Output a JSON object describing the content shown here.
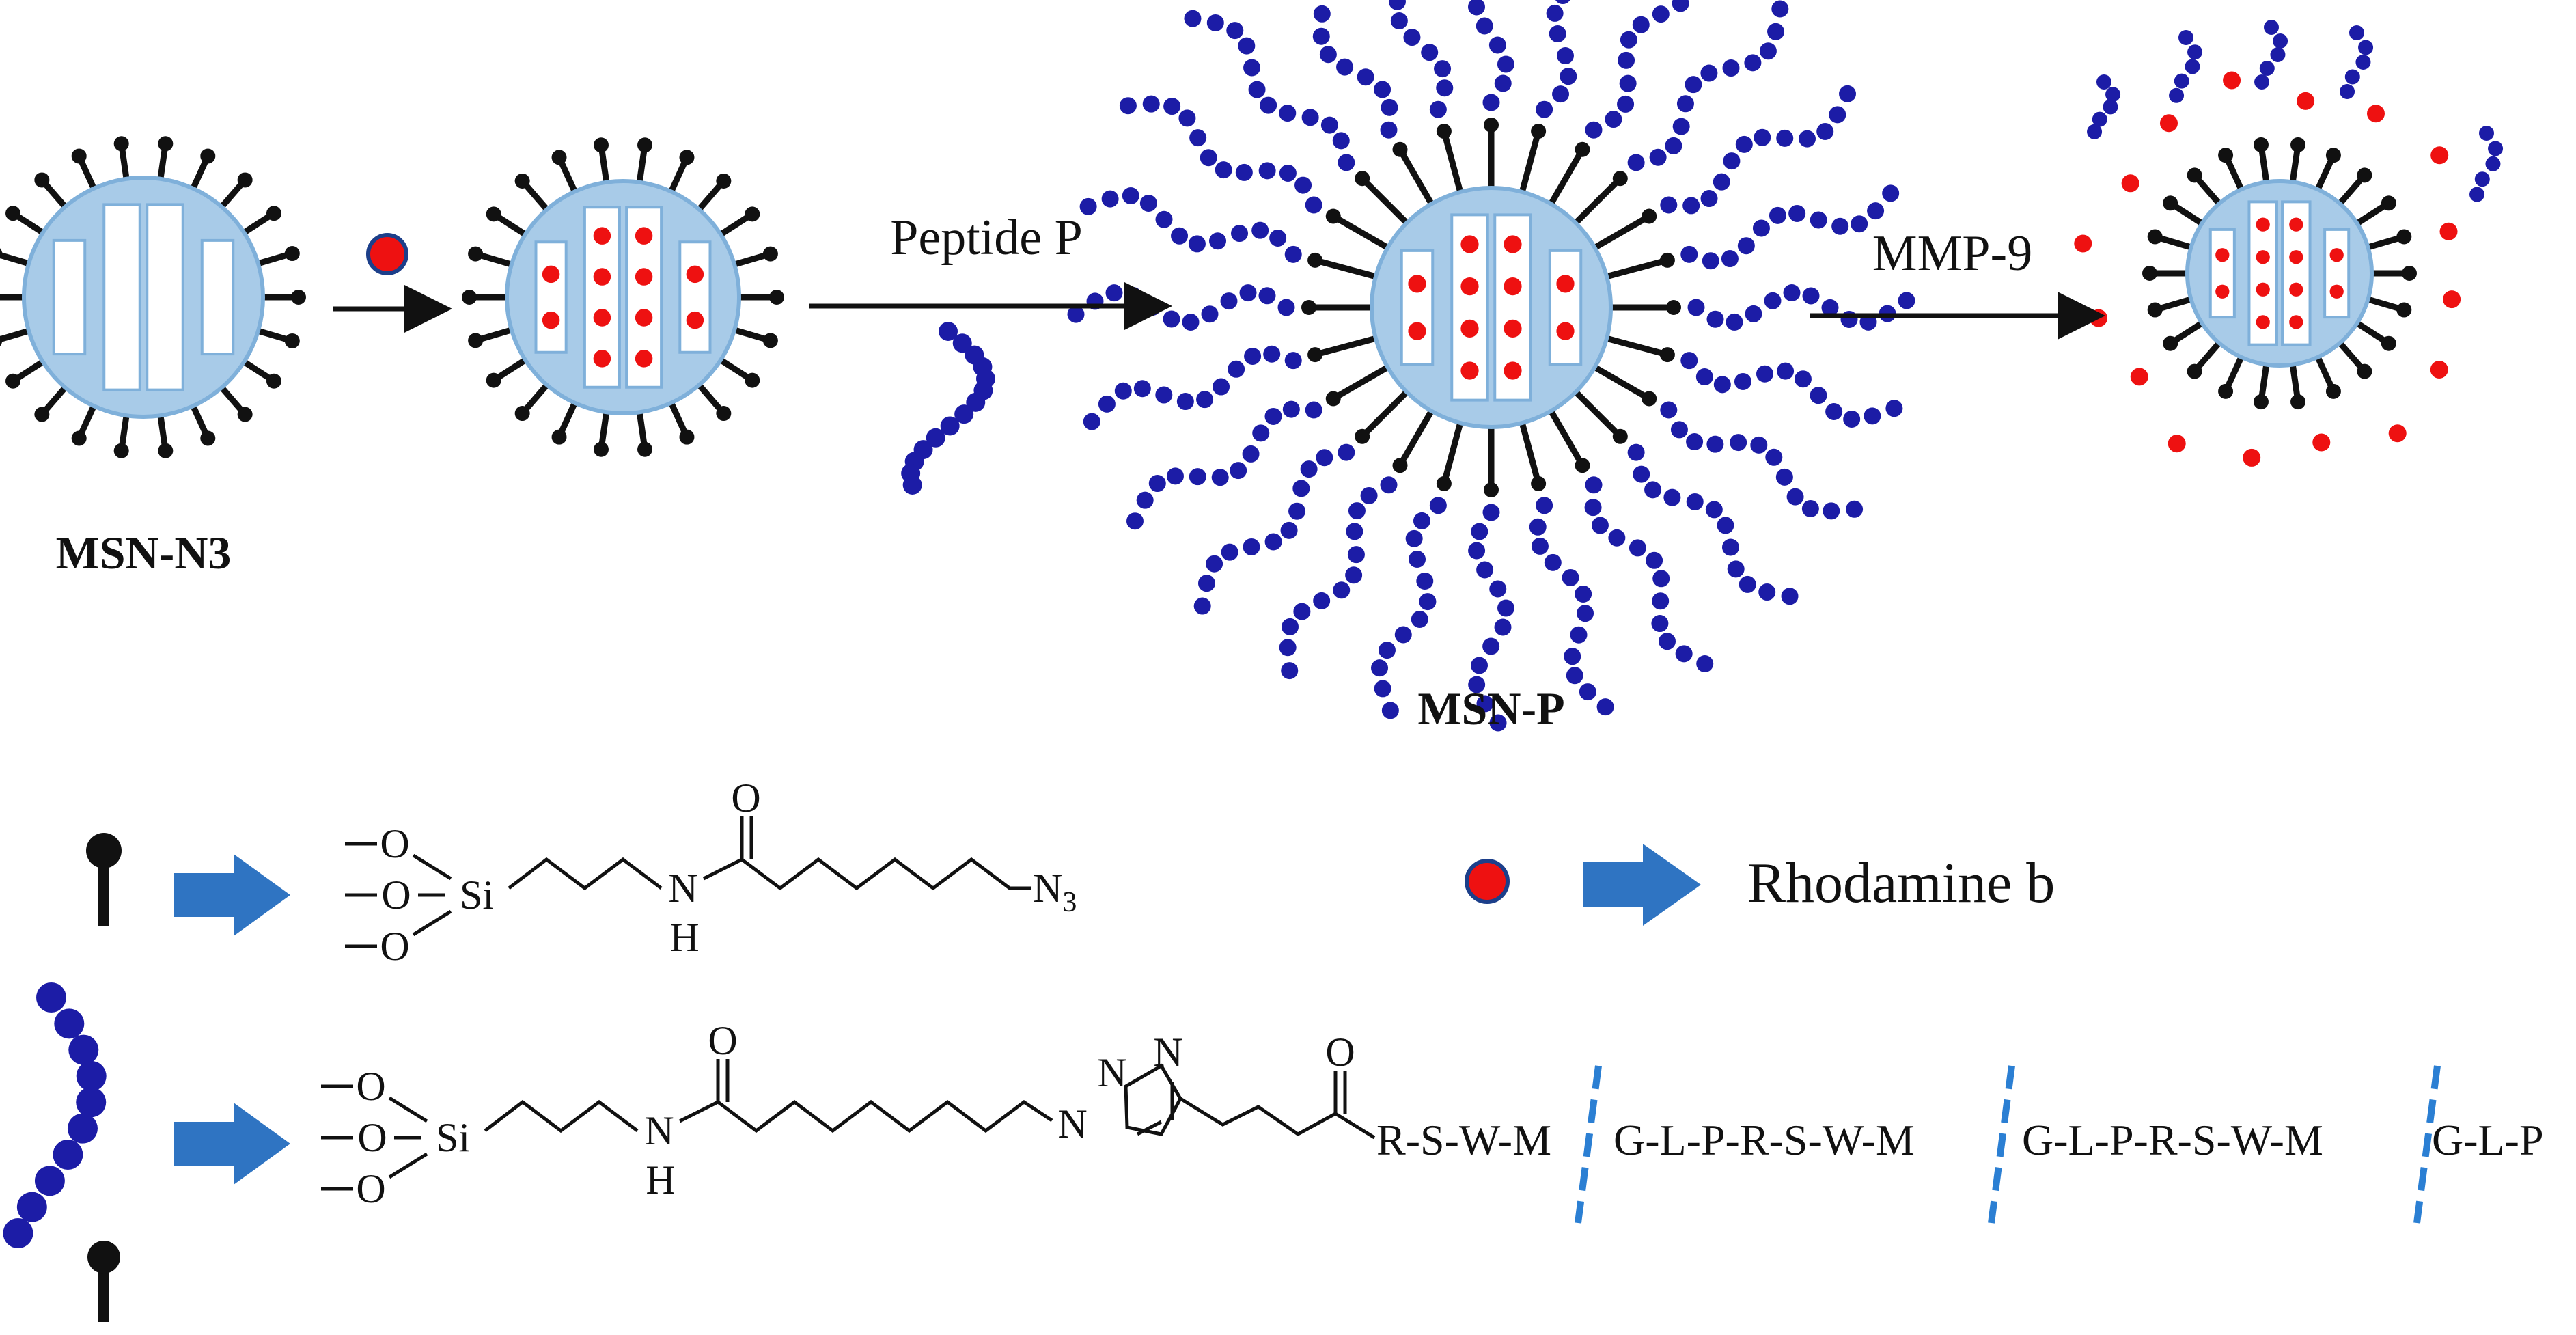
{
  "labels": {
    "msn_n3": "MSN-N3",
    "msn_p": "MSN-P",
    "peptide_step": "Peptide P",
    "mmp_step": "MMP-9",
    "rhodamine": "Rhodamine b"
  },
  "chem_atoms": {
    "oxygen": "O",
    "silicon": "Si",
    "nitrogen": "N",
    "hydrogen": "H",
    "azide": "N",
    "azide_subscript": "3"
  },
  "peptide_sequence": {
    "segment_1": "R-S-W-M",
    "segment_2": "G-L-P-R-S-W-M",
    "segment_3": "G-L-P-R-S-W-M",
    "segment_4": "G-L-P"
  },
  "colors": {
    "silica_fill": "#a8cbe8",
    "silica_stroke": "#7fb0da",
    "pore_fill": "#ffffff",
    "cargo_red": "#ee1111",
    "peptide_blue": "#1c1ca6",
    "arrow_blue": "#2f74c2",
    "cleavage_blue": "#2b7fd3",
    "ligand_black": "#111111"
  },
  "icons": {
    "cargo": "red-dot-icon",
    "ligand": "black-lollipop-icon",
    "peptide": "blue-bead-chain-icon",
    "maps_to": "blue-block-arrow-icon"
  }
}
